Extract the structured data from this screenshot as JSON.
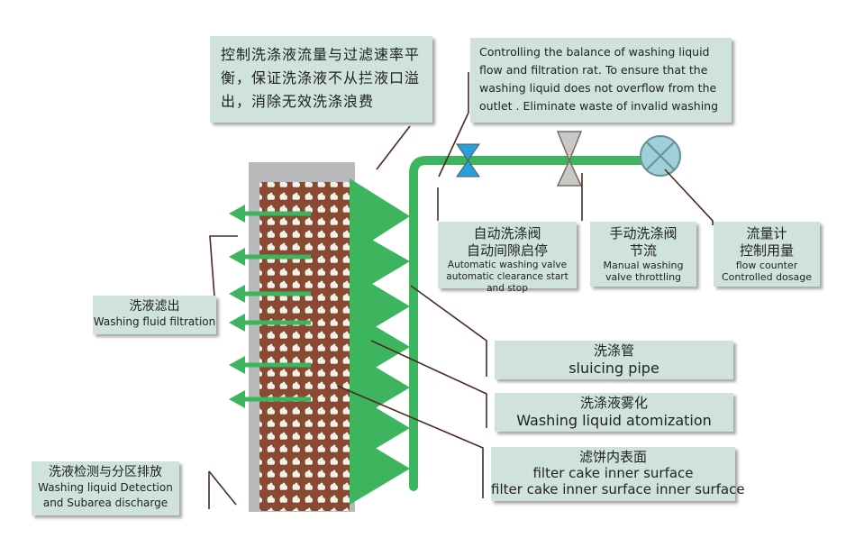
{
  "colors": {
    "pipe_green": "#3cb55e",
    "box_fill": "#cfe3da",
    "frame_gray": "#b9b9bb",
    "cake_brown": "#8a4a32",
    "valve_blue": "#2aa0d8",
    "valve_gray": "#c8c8c8",
    "meter_fill": "#9fcfd8",
    "leader_line": "#4a2a22"
  },
  "labels": {
    "control_cn": "控制洗涤液流量与过滤速率平衡，保证洗涤液不从拦液口溢出，消除无效洗涤浪费",
    "control_en": "Controlling the balance of washing liquid flow and filtration rat. To ensure that the washing liquid does not overflow from the outlet . Eliminate waste of invalid washing",
    "auto_valve_cn_1": "自动洗涤阀",
    "auto_valve_cn_2": "自动间隙启停",
    "auto_valve_en_1": "Automatic washing valve",
    "auto_valve_en_2": "automatic clearance start and stop",
    "manual_valve_cn_1": "手动洗涤阀",
    "manual_valve_cn_2": "节流",
    "manual_valve_en_1": "Manual washing",
    "manual_valve_en_2": "valve throttling",
    "flowmeter_cn_1": "流量计",
    "flowmeter_cn_2": "控制用量",
    "flowmeter_en_1": "flow counter",
    "flowmeter_en_2": "Controlled dosage",
    "filtration_cn": "洗液滤出",
    "filtration_en": "Washing fluid filtration",
    "pipe_cn": "洗涤管",
    "pipe_en": "sluicing pipe",
    "atomization_cn": "洗涤液雾化",
    "atomization_en": "Washing liquid atomization",
    "cake_cn": "滤饼内表面",
    "cake_en_1": "filter cake inner surface",
    "cake_en_2": "filter cake inner surface inner surface",
    "detection_cn": "洗液检测与分区排放",
    "detection_en_1": "Washing liquid Detection",
    "detection_en_2": "and Subarea discharge"
  }
}
